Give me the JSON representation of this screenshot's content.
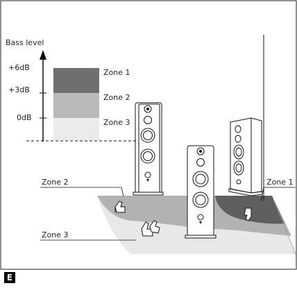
{
  "legend": {
    "axis_title": "Bass level",
    "ticks": [
      "+6dB",
      "+3dB",
      "0dB"
    ],
    "zones": [
      {
        "label": "Zone 1",
        "color": "#6f6f6f"
      },
      {
        "label": "Zone 2",
        "color": "#b9b9b9"
      },
      {
        "label": "Zone 3",
        "color": "#ebebeb"
      }
    ]
  },
  "room": {
    "callouts": [
      "Zone 2",
      "Zone 3",
      "Zone 1"
    ]
  },
  "figure_letter": "E"
}
